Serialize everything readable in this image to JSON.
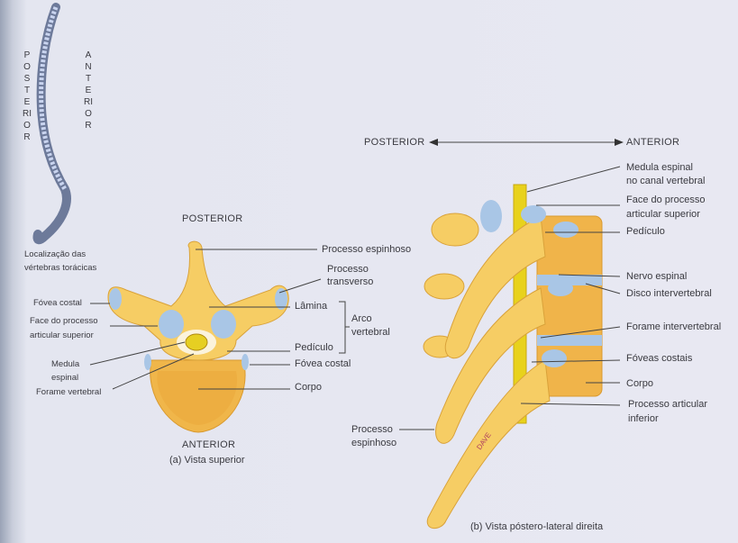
{
  "spine_locator": {
    "posterior_vertical": "POSTERIOR",
    "anterior_vertical": "ANTERIOR",
    "caption_line1": "Localização das",
    "caption_line2": "vértebras torácicas"
  },
  "superior_view": {
    "top_label": "POSTERIOR",
    "bottom_label": "ANTERIOR",
    "caption": "(a) Vista superior",
    "labels": {
      "processo_espinhoso": "Processo espinhoso",
      "processo_transverso_1": "Processo",
      "processo_transverso_2": "transverso",
      "lamina": "Lâmina",
      "arco_vertebral_1": "Arco",
      "arco_vertebral_2": "vertebral",
      "pediculo": "Pedículo",
      "fovea_costal_right": "Fóvea costal",
      "corpo": "Corpo",
      "fovea_costal_left": "Fóvea costal",
      "face_processo_1": "Face do processo",
      "face_processo_2": "articular superior",
      "medula_1": "Medula",
      "medula_2": "espinal",
      "forame_vertebral": "Forame vertebral"
    }
  },
  "lateral_view": {
    "posterior": "POSTERIOR",
    "anterior": "ANTERIOR",
    "caption": "(b) Vista póstero-lateral direita",
    "artist_signature": "DAVE",
    "labels": {
      "medula_1": "Medula espinal",
      "medula_2": "no canal vertebral",
      "face_1": "Face do processo",
      "face_2": "articular superior",
      "pediculo": "Pedículo",
      "nervo_espinal": "Nervo espinal",
      "disco": "Disco intervertebral",
      "forame": "Forame intervertebral",
      "foveas": "Fóveas costais",
      "corpo": "Corpo",
      "proc_art_inf_1": "Processo articular",
      "proc_art_inf_2": "inferior",
      "proc_esp_1": "Processo",
      "proc_esp_2": "espinhoso"
    }
  },
  "colors": {
    "bone": "#f4c75c",
    "bone_dark": "#e9a53a",
    "cartilage": "#a9c6e6",
    "cord": "#e8d21c",
    "line": "#444444"
  }
}
